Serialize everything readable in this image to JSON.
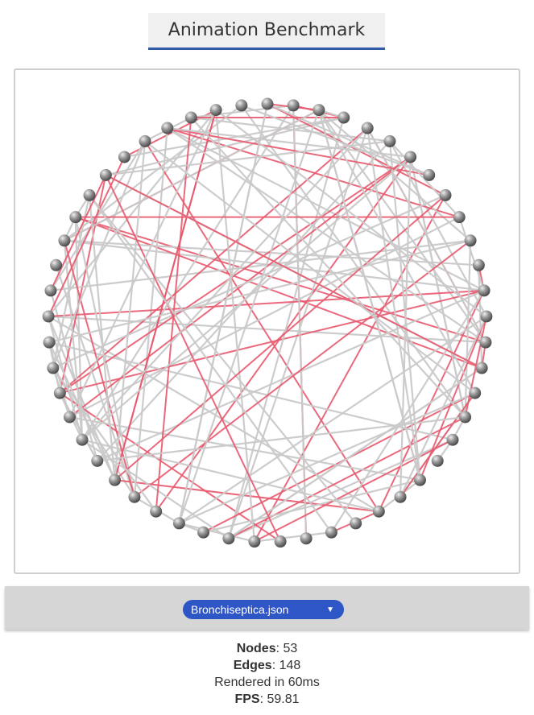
{
  "header": {
    "title": "Animation Benchmark"
  },
  "graph": {
    "node_count_drawn": 53,
    "colors": {
      "edge": "#c9c9c9",
      "edge_highlight": "#e8596e",
      "node": "#8a8a8a",
      "node_highlight": "#e0e0e0"
    }
  },
  "controls": {
    "dataset_select": {
      "value": "Bronchiseptica.json",
      "arrow": "▼"
    }
  },
  "stats": {
    "nodes_label": "Nodes",
    "nodes_value": ": 53",
    "edges_label": "Edges",
    "edges_value": ": 148",
    "render_text": "Rendered in 60ms",
    "fps_label": "FPS",
    "fps_value": ": 59.81"
  }
}
